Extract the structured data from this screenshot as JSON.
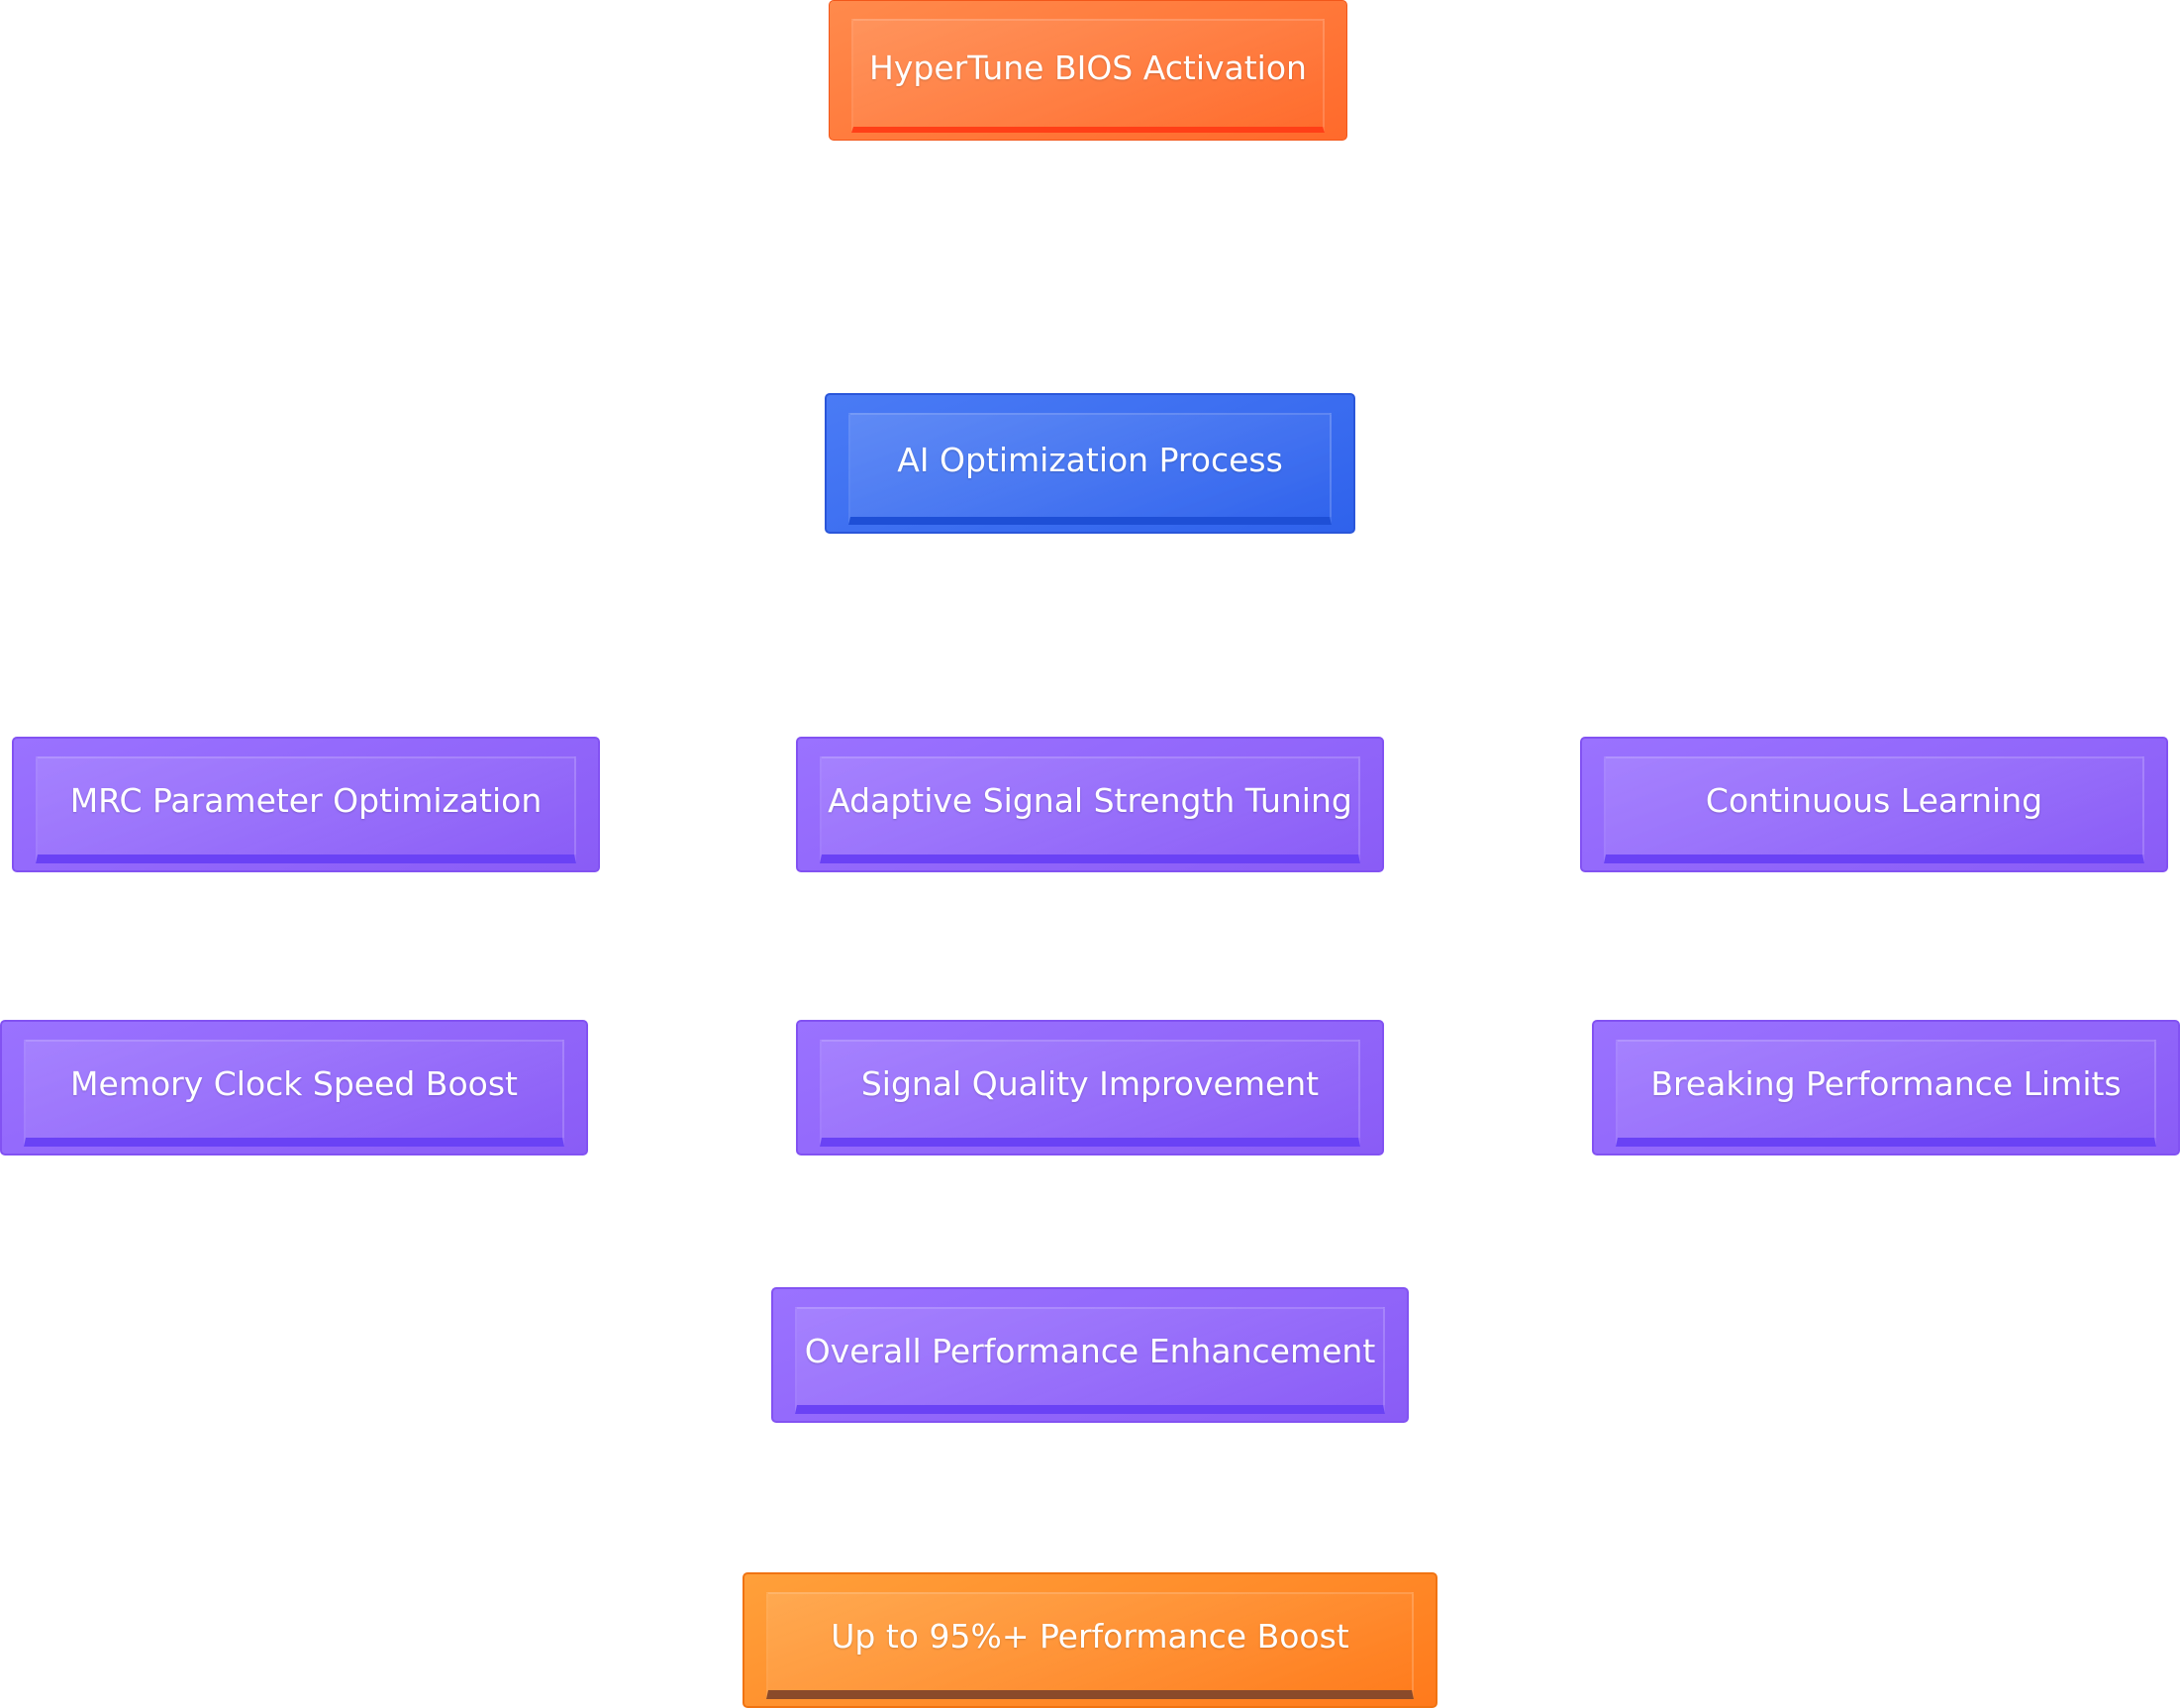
{
  "diagram": {
    "nodes": {
      "activation": {
        "label": "HyperTune BIOS Activation"
      },
      "ai_process": {
        "label": "AI Optimization Process"
      },
      "mrc": {
        "label": "MRC Parameter Optimization"
      },
      "adaptive": {
        "label": "Adaptive Signal Strength Tuning"
      },
      "learning": {
        "label": "Continuous Learning"
      },
      "memory": {
        "label": "Memory Clock Speed Boost"
      },
      "signal_quality": {
        "label": "Signal Quality Improvement"
      },
      "limits": {
        "label": "Breaking Performance Limits"
      },
      "overall": {
        "label": "Overall Performance Enhancement"
      },
      "boost": {
        "label": "Up to 95%+ Performance Boost"
      }
    },
    "colors": {
      "start": "#ff6a2b",
      "process": "#2f62ec",
      "step": "#8a5cf6",
      "result": "#ff8a25"
    }
  }
}
